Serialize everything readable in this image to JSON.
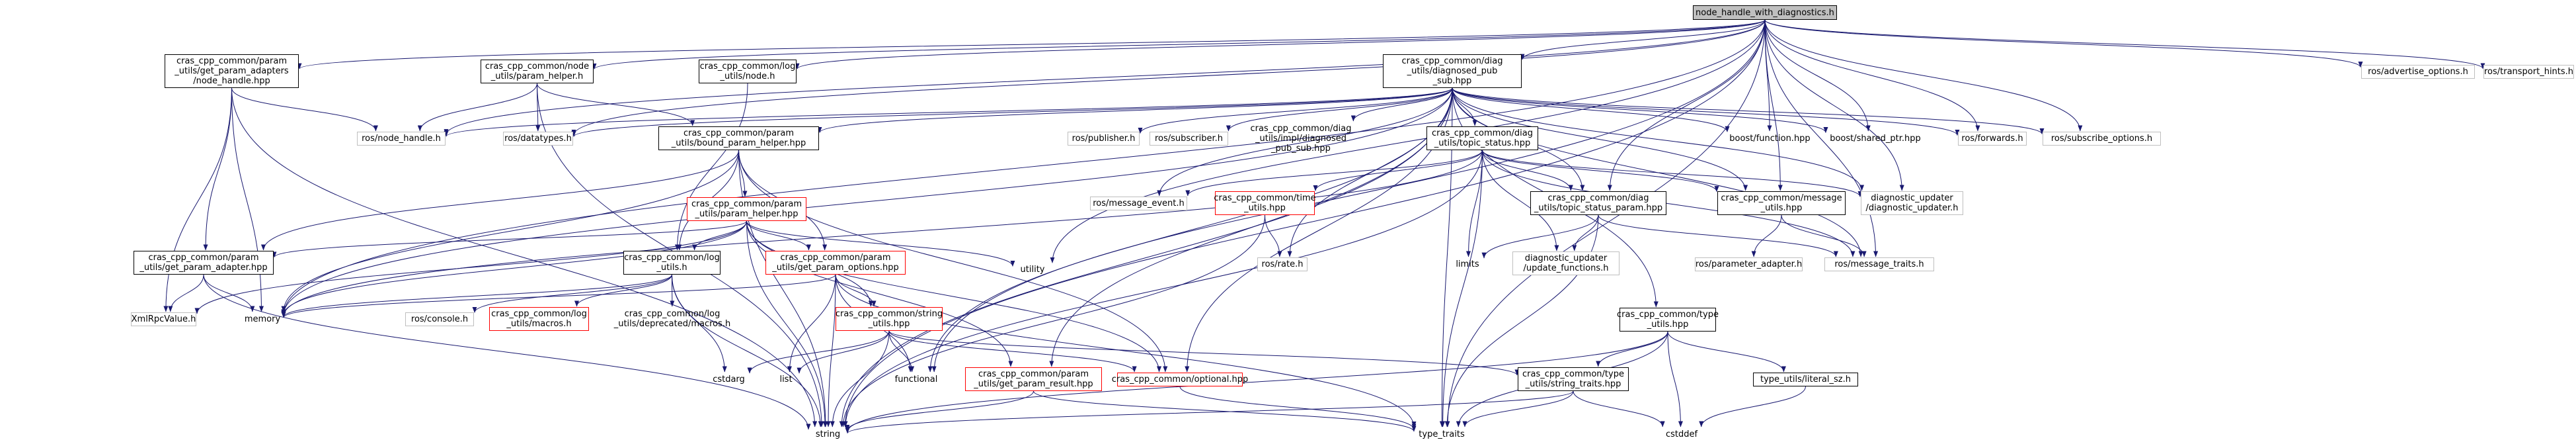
{
  "colors": {
    "edge": "#191970",
    "root_fill": "#bfbfbf",
    "border_documented": "#000000",
    "border_undocumented": "#ff0000",
    "border_external": "#bfbfbf",
    "background": "#ffffff"
  },
  "nodes": [
    {
      "id": "root",
      "lines": [
        "node_handle_with_diagnostics.h"
      ],
      "style": "root"
    },
    {
      "id": "nh_hpp",
      "lines": [
        "cras_cpp_common/param",
        "_utils/get_param_adapters",
        "/node_handle.hpp"
      ],
      "style": "black"
    },
    {
      "id": "nu_param",
      "lines": [
        "cras_cpp_common/node",
        "_utils/param_helper.h"
      ],
      "style": "black"
    },
    {
      "id": "log_node",
      "lines": [
        "cras_cpp_common/log",
        "_utils/node.h"
      ],
      "style": "black"
    },
    {
      "id": "diag_pub",
      "lines": [
        "cras_cpp_common/diag",
        "_utils/diagnosed_pub",
        "_sub.hpp"
      ],
      "style": "black"
    },
    {
      "id": "adv_opt",
      "lines": [
        "ros/advertise_options.h"
      ],
      "style": "grey"
    },
    {
      "id": "transport",
      "lines": [
        "ros/transport_hints.h"
      ],
      "style": "grey"
    },
    {
      "id": "ros_nh",
      "lines": [
        "ros/node_handle.h"
      ],
      "style": "grey"
    },
    {
      "id": "datatypes",
      "lines": [
        "ros/datatypes.h"
      ],
      "style": "grey"
    },
    {
      "id": "bph",
      "lines": [
        "cras_cpp_common/param",
        "_utils/bound_param_helper.hpp"
      ],
      "style": "black"
    },
    {
      "id": "publisher",
      "lines": [
        "ros/publisher.h"
      ],
      "style": "grey"
    },
    {
      "id": "subscriber",
      "lines": [
        "ros/subscriber.h"
      ],
      "style": "grey"
    },
    {
      "id": "diag_impl",
      "lines": [
        "cras_cpp_common/diag",
        "_utils/impl/diagnosed",
        "_pub_sub.hpp"
      ],
      "style": "plain"
    },
    {
      "id": "topic_status",
      "lines": [
        "cras_cpp_common/diag",
        "_utils/topic_status.hpp"
      ],
      "style": "black"
    },
    {
      "id": "boost_fn",
      "lines": [
        "boost/function.hpp"
      ],
      "style": "plain"
    },
    {
      "id": "boost_sp",
      "lines": [
        "boost/shared_ptr.hpp"
      ],
      "style": "plain"
    },
    {
      "id": "forwards",
      "lines": [
        "ros/forwards.h"
      ],
      "style": "grey"
    },
    {
      "id": "sub_opt",
      "lines": [
        "ros/subscribe_options.h"
      ],
      "style": "grey"
    },
    {
      "id": "msg_event",
      "lines": [
        "ros/message_event.h"
      ],
      "style": "grey"
    },
    {
      "id": "time_utils",
      "lines": [
        "cras_cpp_common/time",
        "_utils.hpp"
      ],
      "style": "red"
    },
    {
      "id": "tsp",
      "lines": [
        "cras_cpp_common/diag",
        "_utils/topic_status_param.hpp"
      ],
      "style": "black"
    },
    {
      "id": "msg_utils",
      "lines": [
        "cras_cpp_common/message",
        "_utils.hpp"
      ],
      "style": "black"
    },
    {
      "id": "diag_upd",
      "lines": [
        "diagnostic_updater",
        "/diagnostic_updater.h"
      ],
      "style": "grey"
    },
    {
      "id": "param_helper",
      "lines": [
        "cras_cpp_common/param",
        "_utils/param_helper.hpp"
      ],
      "style": "red"
    },
    {
      "id": "gpa",
      "lines": [
        "cras_cpp_common/param",
        "_utils/get_param_adapter.hpp"
      ],
      "style": "black"
    },
    {
      "id": "log_utils",
      "lines": [
        "cras_cpp_common/log",
        "_utils.h"
      ],
      "style": "black"
    },
    {
      "id": "gpo",
      "lines": [
        "cras_cpp_common/param",
        "_utils/get_param_options.hpp"
      ],
      "style": "red"
    },
    {
      "id": "utility",
      "lines": [
        "utility"
      ],
      "style": "plain"
    },
    {
      "id": "rate",
      "lines": [
        "ros/rate.h"
      ],
      "style": "grey"
    },
    {
      "id": "limits",
      "lines": [
        "limits"
      ],
      "style": "plain"
    },
    {
      "id": "upd_fn",
      "lines": [
        "diagnostic_updater",
        "/update_functions.h"
      ],
      "style": "grey"
    },
    {
      "id": "param_adapter",
      "lines": [
        "ros/parameter_adapter.h"
      ],
      "style": "grey"
    },
    {
      "id": "msg_traits",
      "lines": [
        "ros/message_traits.h"
      ],
      "style": "grey"
    },
    {
      "id": "xmlrpc",
      "lines": [
        "XmlRpcValue.h"
      ],
      "style": "grey"
    },
    {
      "id": "memory",
      "lines": [
        "memory"
      ],
      "style": "plain"
    },
    {
      "id": "console",
      "lines": [
        "ros/console.h"
      ],
      "style": "grey"
    },
    {
      "id": "log_macros",
      "lines": [
        "cras_cpp_common/log",
        "_utils/macros.h"
      ],
      "style": "red"
    },
    {
      "id": "log_dep",
      "lines": [
        "cras_cpp_common/log",
        "_utils/deprecated/macros.h"
      ],
      "style": "plain"
    },
    {
      "id": "string_utils",
      "lines": [
        "cras_cpp_common/string",
        "_utils.hpp"
      ],
      "style": "red"
    },
    {
      "id": "type_utils",
      "lines": [
        "cras_cpp_common/type",
        "_utils.hpp"
      ],
      "style": "black"
    },
    {
      "id": "cstdarg",
      "lines": [
        "cstdarg"
      ],
      "style": "plain"
    },
    {
      "id": "list",
      "lines": [
        "list"
      ],
      "style": "plain"
    },
    {
      "id": "functional",
      "lines": [
        "functional"
      ],
      "style": "plain"
    },
    {
      "id": "gpr",
      "lines": [
        "cras_cpp_common/param",
        "_utils/get_param_result.hpp"
      ],
      "style": "red"
    },
    {
      "id": "optional",
      "lines": [
        "cras_cpp_common/optional.hpp"
      ],
      "style": "red"
    },
    {
      "id": "string_traits",
      "lines": [
        "cras_cpp_common/type",
        "_utils/string_traits.hpp"
      ],
      "style": "black"
    },
    {
      "id": "literal_sz",
      "lines": [
        "type_utils/literal_sz.h"
      ],
      "style": "black"
    },
    {
      "id": "string",
      "lines": [
        "string"
      ],
      "style": "plain"
    },
    {
      "id": "type_traits",
      "lines": [
        "type_traits"
      ],
      "style": "plain"
    },
    {
      "id": "cstddef",
      "lines": [
        "cstddef"
      ],
      "style": "plain"
    }
  ],
  "edges": [
    [
      "root",
      "nh_hpp"
    ],
    [
      "root",
      "nu_param"
    ],
    [
      "root",
      "log_node"
    ],
    [
      "root",
      "diag_pub"
    ],
    [
      "root",
      "adv_opt"
    ],
    [
      "root",
      "transport"
    ],
    [
      "root",
      "ros_nh"
    ],
    [
      "root",
      "datatypes"
    ],
    [
      "root",
      "string"
    ],
    [
      "root",
      "memory"
    ],
    [
      "root",
      "utility"
    ],
    [
      "root",
      "type_traits"
    ],
    [
      "root",
      "boost_fn"
    ],
    [
      "root",
      "boost_sp"
    ],
    [
      "root",
      "forwards"
    ],
    [
      "root",
      "sub_opt"
    ],
    [
      "root",
      "msg_traits"
    ],
    [
      "root",
      "msg_utils"
    ],
    [
      "root",
      "diag_upd"
    ],
    [
      "root",
      "tsp"
    ],
    [
      "root",
      "functional"
    ],
    [
      "nh_hpp",
      "ros_nh"
    ],
    [
      "nh_hpp",
      "gpa"
    ],
    [
      "nh_hpp",
      "xmlrpc"
    ],
    [
      "nh_hpp",
      "memory"
    ],
    [
      "nh_hpp",
      "string"
    ],
    [
      "nu_param",
      "ros_nh"
    ],
    [
      "nu_param",
      "datatypes"
    ],
    [
      "nu_param",
      "bph"
    ],
    [
      "nu_param",
      "string"
    ],
    [
      "log_node",
      "log_utils"
    ],
    [
      "diag_pub",
      "ros_nh"
    ],
    [
      "diag_pub",
      "datatypes"
    ],
    [
      "diag_pub",
      "bph"
    ],
    [
      "diag_pub",
      "publisher"
    ],
    [
      "diag_pub",
      "subscriber"
    ],
    [
      "diag_pub",
      "diag_impl"
    ],
    [
      "diag_pub",
      "topic_status"
    ],
    [
      "diag_pub",
      "boost_fn"
    ],
    [
      "diag_pub",
      "boost_sp"
    ],
    [
      "diag_pub",
      "forwards"
    ],
    [
      "diag_pub",
      "sub_opt"
    ],
    [
      "diag_pub",
      "msg_event"
    ],
    [
      "diag_pub",
      "tsp"
    ],
    [
      "diag_pub",
      "msg_utils"
    ],
    [
      "diag_pub",
      "diag_upd"
    ],
    [
      "diag_pub",
      "type_utils"
    ],
    [
      "diag_pub",
      "msg_traits"
    ],
    [
      "diag_pub",
      "memory"
    ],
    [
      "diag_pub",
      "string"
    ],
    [
      "diag_pub",
      "type_traits"
    ],
    [
      "diag_pub",
      "rate"
    ],
    [
      "diag_pub",
      "optional"
    ],
    [
      "diag_pub",
      "gpr"
    ],
    [
      "diag_pub",
      "functional"
    ],
    [
      "bph",
      "param_helper"
    ],
    [
      "bph",
      "gpa"
    ],
    [
      "bph",
      "log_utils"
    ],
    [
      "bph",
      "gpo"
    ],
    [
      "bph",
      "memory"
    ],
    [
      "bph",
      "string"
    ],
    [
      "bph",
      "optional"
    ],
    [
      "topic_status",
      "msg_event"
    ],
    [
      "topic_status",
      "time_utils"
    ],
    [
      "topic_status",
      "tsp"
    ],
    [
      "topic_status",
      "msg_utils"
    ],
    [
      "topic_status",
      "diag_upd"
    ],
    [
      "topic_status",
      "upd_fn"
    ],
    [
      "topic_status",
      "limits"
    ],
    [
      "topic_status",
      "msg_traits"
    ],
    [
      "topic_status",
      "memory"
    ],
    [
      "topic_status",
      "string"
    ],
    [
      "topic_status",
      "type_traits"
    ],
    [
      "time_utils",
      "rate"
    ],
    [
      "time_utils",
      "string"
    ],
    [
      "tsp",
      "limits"
    ],
    [
      "tsp",
      "upd_fn"
    ],
    [
      "tsp",
      "type_traits"
    ],
    [
      "tsp",
      "msg_traits"
    ],
    [
      "msg_utils",
      "param_adapter"
    ],
    [
      "msg_utils",
      "msg_traits"
    ],
    [
      "param_helper",
      "gpa"
    ],
    [
      "param_helper",
      "log_utils"
    ],
    [
      "param_helper",
      "gpo"
    ],
    [
      "param_helper",
      "gpr"
    ],
    [
      "param_helper",
      "xmlrpc"
    ],
    [
      "param_helper",
      "memory"
    ],
    [
      "param_helper",
      "string"
    ],
    [
      "param_helper",
      "string_utils"
    ],
    [
      "param_helper",
      "utility"
    ],
    [
      "param_helper",
      "optional"
    ],
    [
      "gpa",
      "xmlrpc"
    ],
    [
      "gpa",
      "memory"
    ],
    [
      "gpa",
      "string"
    ],
    [
      "log_utils",
      "console"
    ],
    [
      "log_utils",
      "log_macros"
    ],
    [
      "log_utils",
      "log_dep"
    ],
    [
      "log_utils",
      "memory"
    ],
    [
      "log_utils",
      "string"
    ],
    [
      "log_utils",
      "cstdarg"
    ],
    [
      "gpo",
      "string_utils"
    ],
    [
      "gpo",
      "list"
    ],
    [
      "gpo",
      "string"
    ],
    [
      "gpo",
      "functional"
    ],
    [
      "gpo",
      "type_traits"
    ],
    [
      "gpo",
      "memory"
    ],
    [
      "string_utils",
      "cstdarg"
    ],
    [
      "string_utils",
      "list"
    ],
    [
      "string_utils",
      "functional"
    ],
    [
      "string_utils",
      "string"
    ],
    [
      "string_utils",
      "optional"
    ],
    [
      "string_utils",
      "string_traits"
    ],
    [
      "gpr",
      "string"
    ],
    [
      "gpr",
      "type_traits"
    ],
    [
      "optional",
      "type_traits"
    ],
    [
      "type_utils",
      "string_traits"
    ],
    [
      "type_utils",
      "literal_sz"
    ],
    [
      "type_utils",
      "string"
    ],
    [
      "type_utils",
      "type_traits"
    ],
    [
      "type_utils",
      "cstddef"
    ],
    [
      "string_traits",
      "string"
    ],
    [
      "string_traits",
      "type_traits"
    ],
    [
      "string_traits",
      "cstddef"
    ],
    [
      "literal_sz",
      "cstddef"
    ]
  ]
}
